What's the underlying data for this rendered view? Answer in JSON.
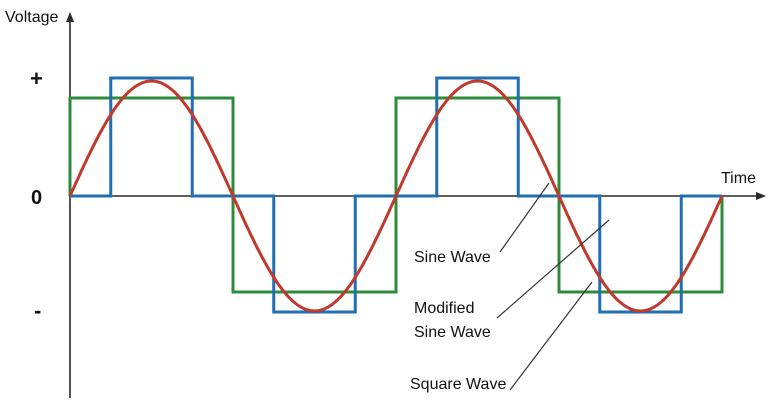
{
  "labels": {
    "y_axis": "Voltage",
    "x_axis": "Time",
    "positive": "+",
    "zero": "0",
    "negative": "-"
  },
  "callouts": {
    "sine": "Sine Wave",
    "modified_line1": "Modified",
    "modified_line2": "Sine Wave",
    "square": "Square Wave"
  },
  "colors": {
    "sine": "#c0392b",
    "modified_sine": "#1f6fb2",
    "square": "#2e8b3e",
    "axis": "#2a2a2a"
  }
}
